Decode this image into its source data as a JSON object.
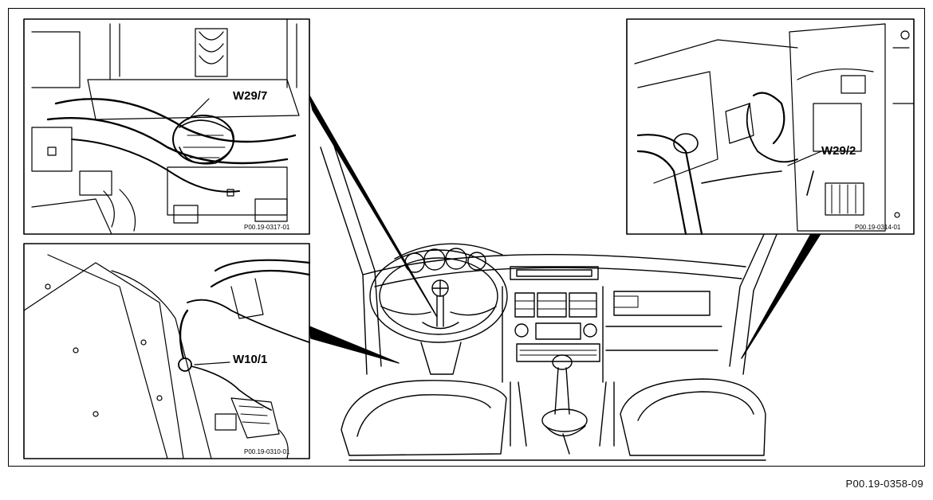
{
  "figure_id": "P00.19-0358-09",
  "insets": {
    "top_left": {
      "label": "W29/7",
      "ref": "P00.19-0317-01"
    },
    "bottom_left": {
      "label": "W10/1",
      "ref": "P00.19-0310-01"
    },
    "top_right": {
      "label": "W29/2",
      "ref": "P00.19-0314-01"
    }
  }
}
